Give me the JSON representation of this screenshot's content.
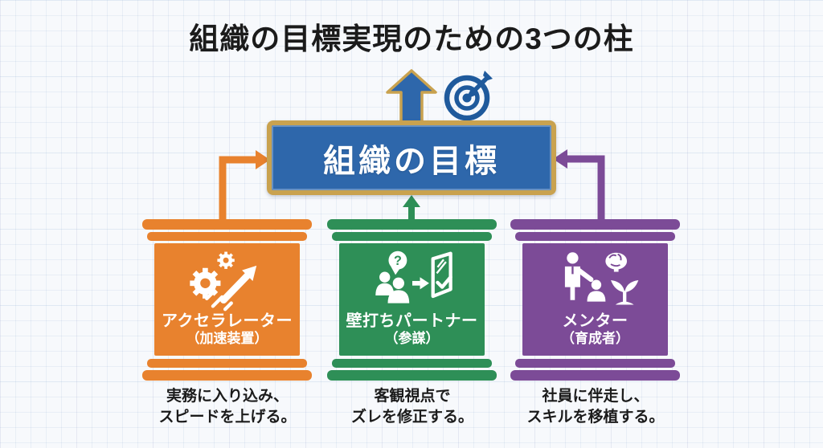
{
  "title": "組織の目標実現のための3つの柱",
  "colors": {
    "blue": "#2e67ab",
    "dark_blue": "#1f5a9c",
    "gold": "#c9a24f",
    "orange": "#e8822e",
    "green": "#2e8f57",
    "purple": "#7c4b97",
    "text": "#1b1b1b",
    "paper": "#f7f9fc"
  },
  "goal": {
    "label": "組織の目標"
  },
  "pillars": [
    {
      "name": "アクセラレーター",
      "sub": "（加速装置）",
      "caption_line1": "実務に入り込み、",
      "caption_line2": "スピードを上げる。"
    },
    {
      "name": "壁打ちパートナー",
      "sub": "（参謀）",
      "bubble_text": "?",
      "caption_line1": "客観視点で",
      "caption_line2": "ズレを修正する。"
    },
    {
      "name": "メンター",
      "sub": "（育成者）",
      "caption_line1": "社員に伴走し、",
      "caption_line2": "スキルを移植する。"
    }
  ]
}
